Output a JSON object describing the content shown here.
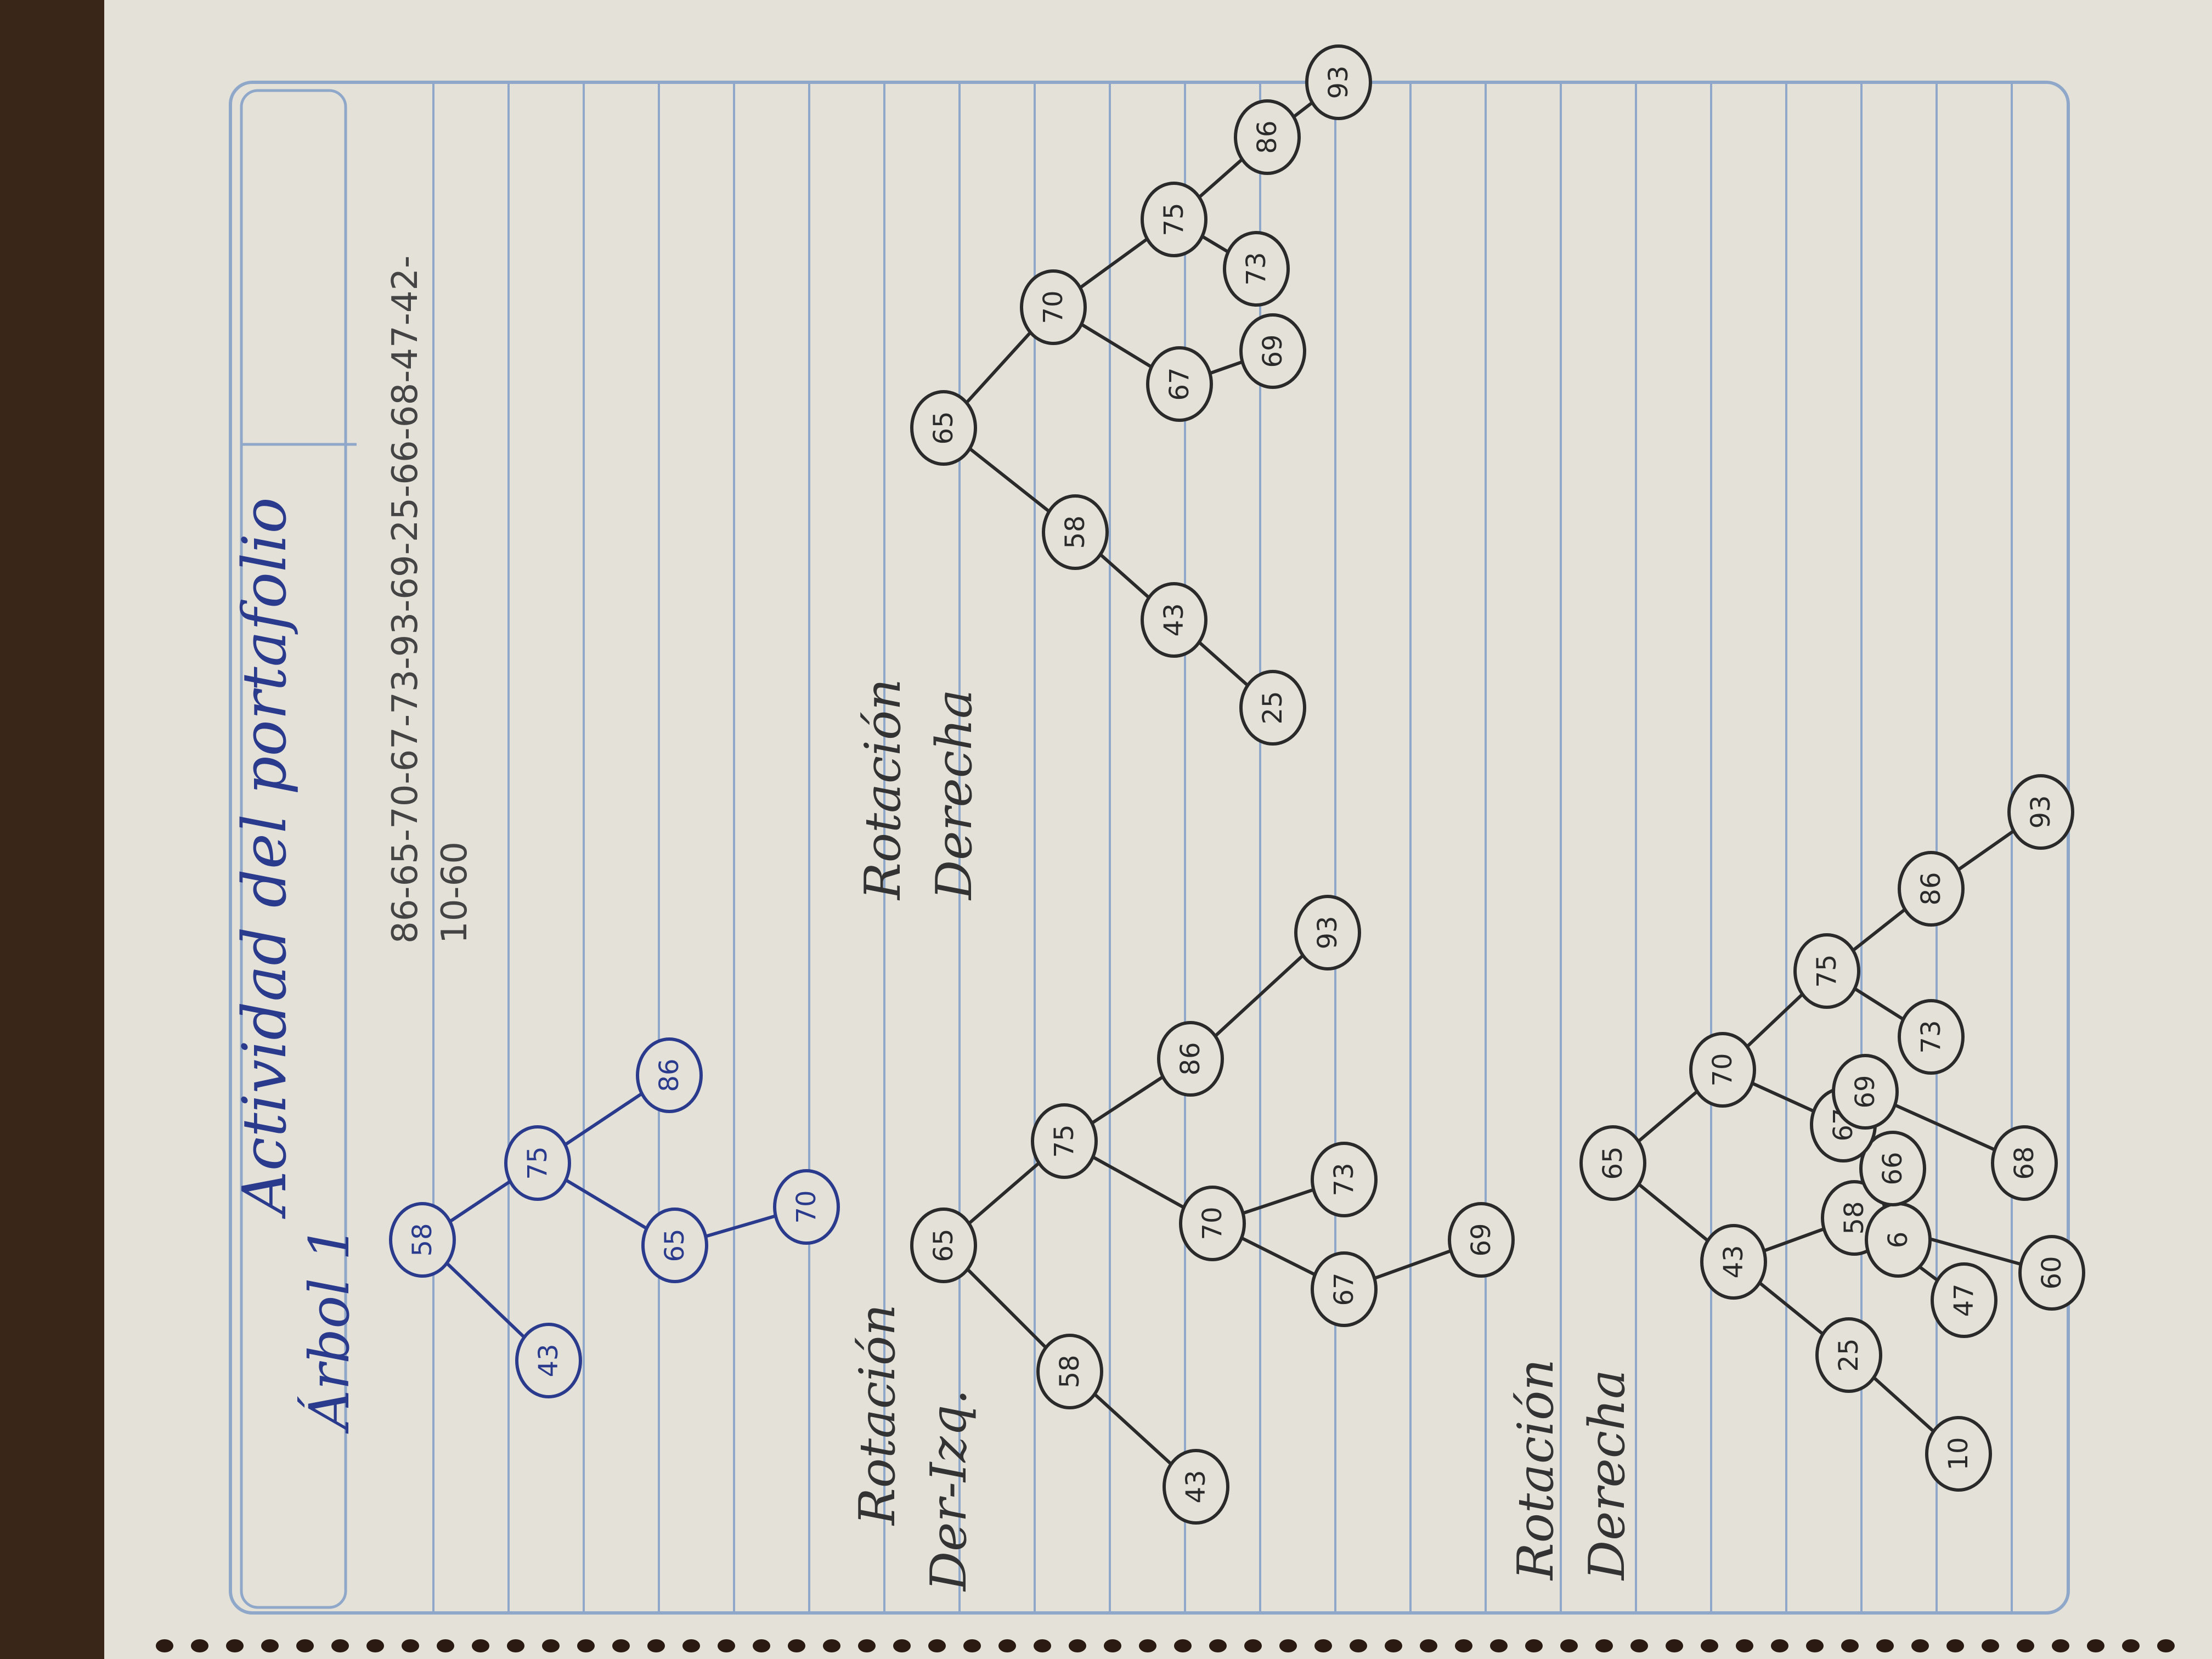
{
  "header": {
    "title": "Actividad del portafolio",
    "subtitle": "Árbol 1"
  },
  "sequence": {
    "line1": "86-65-70-67-73-93-69-25-66-68-47-42-",
    "line2": "10-60"
  },
  "labels": {
    "rot1_a": "Rotación",
    "rot1_b": "Der-Izq.",
    "rot2_a": "Rotación",
    "rot2_b": "Derecha",
    "rot3_a": "Rotación",
    "rot3_b": "Derecha"
  },
  "trees": {
    "t1": {
      "nodes": {
        "n58": "58",
        "n43": "43",
        "n75": "75",
        "n65": "65",
        "n86": "86",
        "n70": "70"
      }
    },
    "t2": {
      "nodes": {
        "n65": "65",
        "n58": "58",
        "n43": "43",
        "n75": "75",
        "n70": "70",
        "n67": "67",
        "n69": "69",
        "n73": "73",
        "n86": "86",
        "n93": "93"
      }
    },
    "t3": {
      "nodes": {
        "n65": "65",
        "n58": "58",
        "n43": "43",
        "n25": "25",
        "n70": "70",
        "n67": "67",
        "n69": "69",
        "n75": "75",
        "n73": "73",
        "n86": "86",
        "n93": "93"
      }
    },
    "t4": {
      "nodes": {
        "n65": "65",
        "n43": "43",
        "n25": "25",
        "n10": "10",
        "n58": "58",
        "n47": "47",
        "n60": "60",
        "n6": "6",
        "n66": "66",
        "n70": "70",
        "n67": "67",
        "n69": "69",
        "n68": "68",
        "n75": "75",
        "n73": "73",
        "n86": "86",
        "n93": "93"
      }
    }
  },
  "colors": {
    "ink_blue": "#2a3a8c",
    "ink_black": "#2a2a2a",
    "rule_line": "#8fa7c9",
    "paper": "#e4e1d9",
    "desk": "#3a2519"
  }
}
